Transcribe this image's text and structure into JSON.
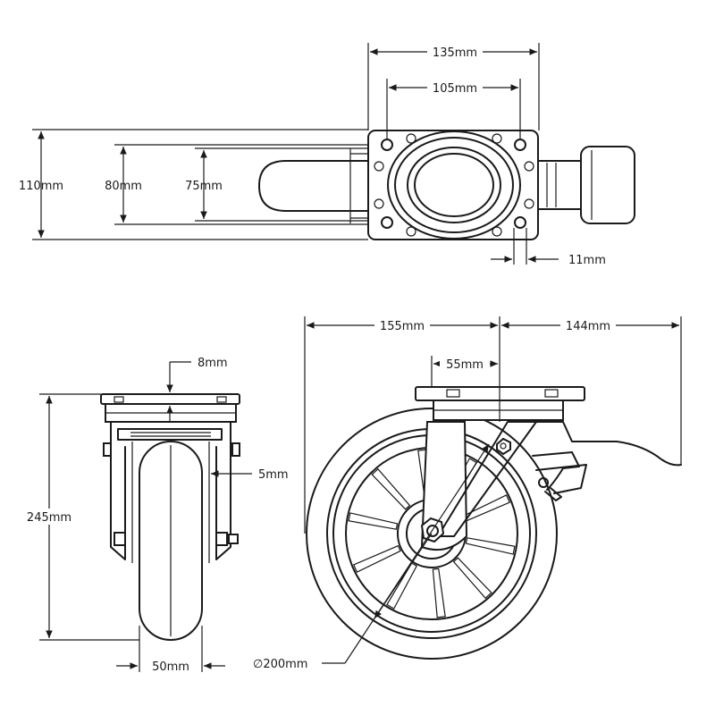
{
  "dimensions": {
    "top_plate_width": "135mm",
    "top_hole_spacing": "105mm",
    "top_plate_height": "110mm",
    "top_outer_slot": "80mm",
    "top_inner_slot": "75mm",
    "top_hole_size": "11mm",
    "front_plate_thickness": "8mm",
    "front_total_height": "245mm",
    "front_gap": "5mm",
    "front_wheel_width": "50mm",
    "side_left_extent": "155mm",
    "side_right_extent": "144mm",
    "side_offset": "55mm",
    "wheel_diameter": "∅200mm"
  },
  "colors": {
    "line": "#1a1a1a",
    "background": "#ffffff"
  }
}
